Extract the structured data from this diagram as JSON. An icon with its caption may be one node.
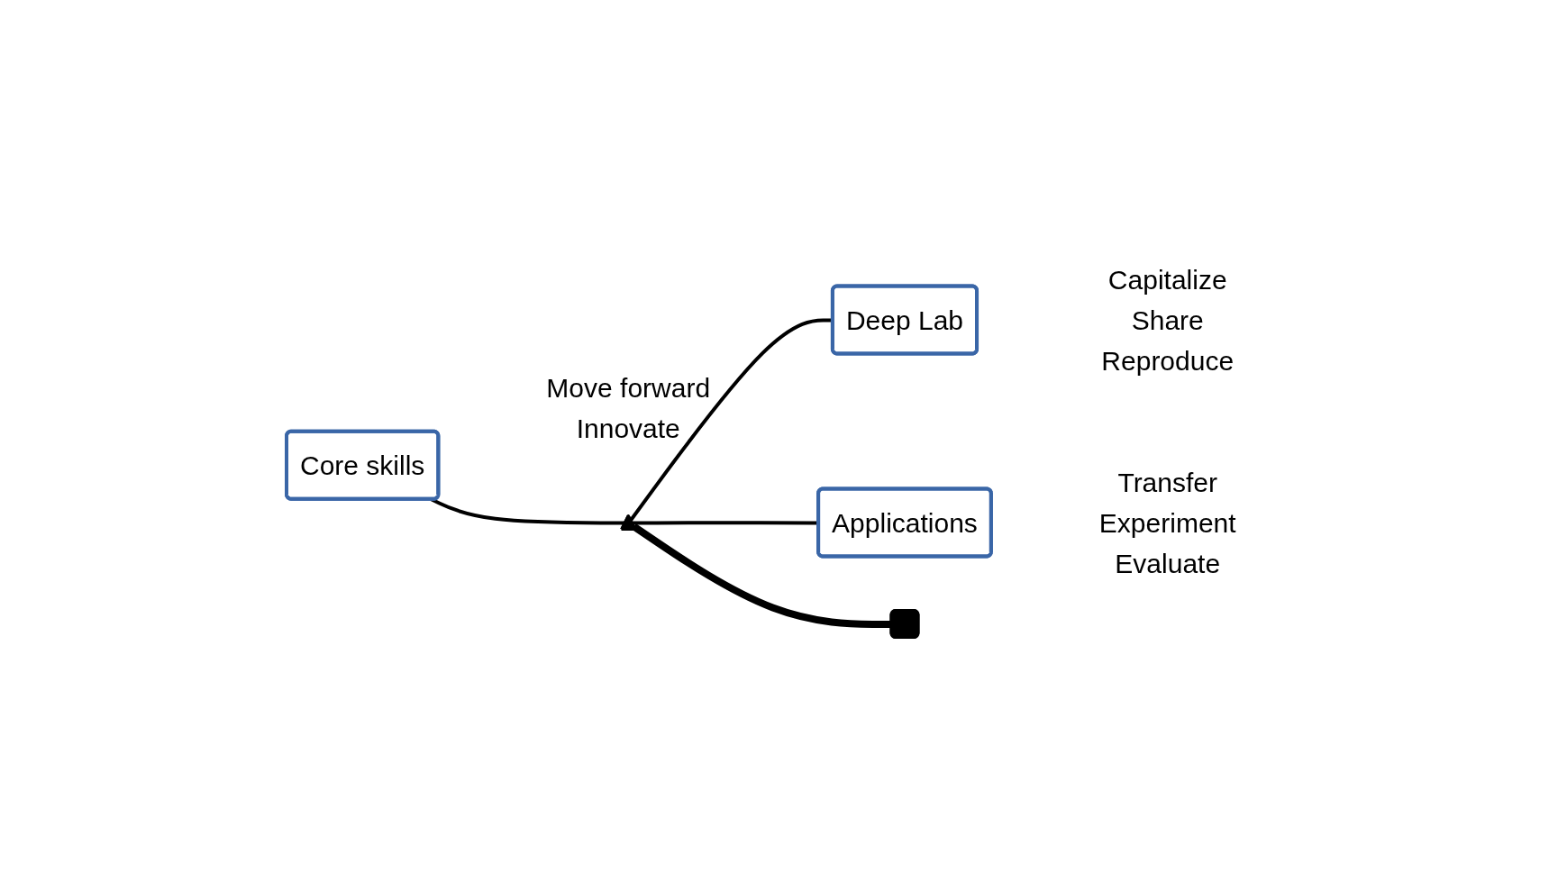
{
  "diagram": {
    "nodes": [
      {
        "text": [
          "Core skills"
        ],
        "beside": [
          "Move forward",
          "Innovate"
        ]
      },
      {
        "text": [],
        "shape": "triangle"
      },
      {
        "text": [
          "Deep Lab"
        ],
        "beside": [
          "Capitalize",
          "Share",
          "Reproduce"
        ]
      },
      {
        "text": [
          "Applications"
        ],
        "beside": [
          "Transfer",
          "Experiment",
          "Evaluate"
        ]
      },
      {
        "text": [],
        "shape": "box"
      }
    ],
    "edges": [
      {
        "from": 0,
        "to": 1,
        "arrow": "none"
      },
      {
        "from": 1,
        "to": 2,
        "arrow": "none"
      },
      {
        "from": 1,
        "to": 3,
        "arrow": "none"
      },
      {
        "from": 1,
        "to": 4,
        "arrow": "none",
        "style": "thick"
      }
    ]
  }
}
